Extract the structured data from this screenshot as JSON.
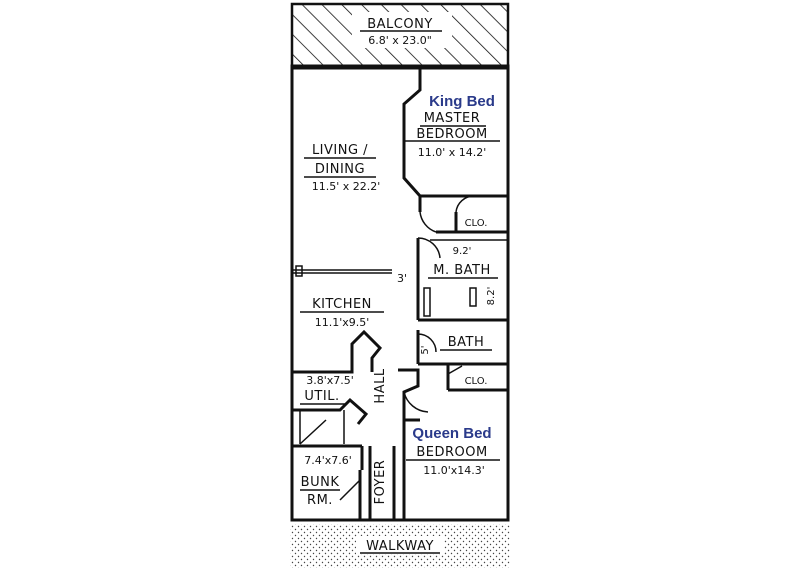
{
  "balcony": {
    "label": "BALCONY",
    "dims": "6.8' x 23.0\""
  },
  "master": {
    "note": "King Bed",
    "label_line1": "MASTER",
    "label_line2": "BEDROOM",
    "dims": "11.0' x 14.2'"
  },
  "living": {
    "label_line1": "LIVING /",
    "label_line2": "DINING",
    "dims": "11.5' x 22.2'"
  },
  "closet_master": {
    "label": "CLO."
  },
  "master_bath": {
    "label": "M. BATH",
    "dim_top": "9.2'",
    "dim_side": "8.2'"
  },
  "opening": {
    "label": "3'"
  },
  "kitchen": {
    "label": "KITCHEN",
    "dims": "11.1'x9.5'"
  },
  "bath": {
    "label": "BATH",
    "dim": "5'"
  },
  "util": {
    "label": "UTIL.",
    "dims": "3.8'x7.5'"
  },
  "hall": {
    "label": "HALL"
  },
  "closet_bedroom": {
    "label": "CLO."
  },
  "bedroom": {
    "note": "Queen Bed",
    "label": "BEDROOM",
    "dims": "11.0'x14.3'"
  },
  "bunk": {
    "label_line1": "BUNK",
    "label_line2": "RM.",
    "dims": "7.4'x7.6'"
  },
  "foyer": {
    "label": "FOYER"
  },
  "walkway": {
    "label": "WALKWAY"
  }
}
